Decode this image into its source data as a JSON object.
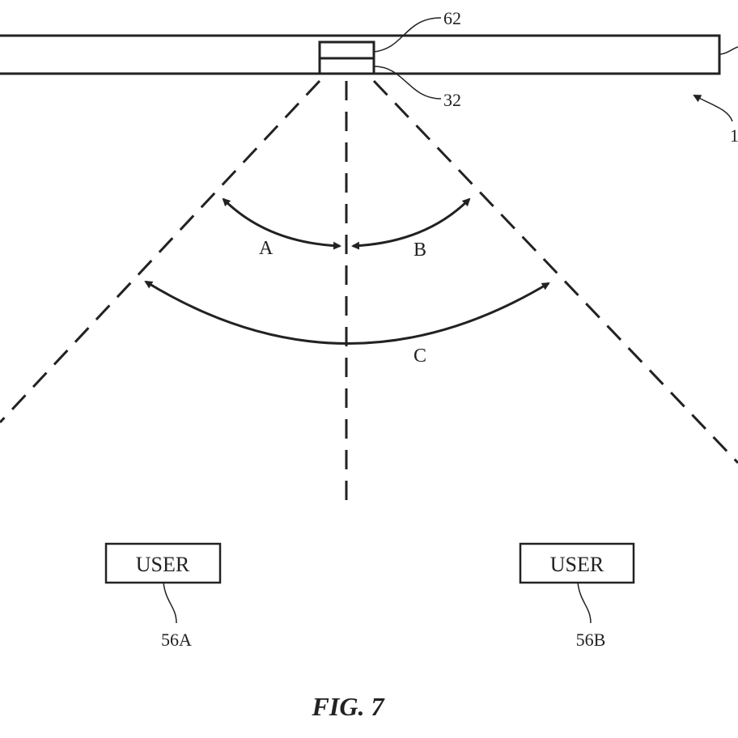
{
  "labels": {
    "ref_62": "62",
    "ref_32": "32",
    "ref_1": "1",
    "angle_a": "A",
    "angle_b": "B",
    "angle_c": "C",
    "user_a": "USER",
    "user_b": "USER",
    "ref_56a": "56A",
    "ref_56b": "56B",
    "figure_caption": "FIG. 7"
  },
  "colors": {
    "line": "#222222",
    "background": "#ffffff"
  }
}
